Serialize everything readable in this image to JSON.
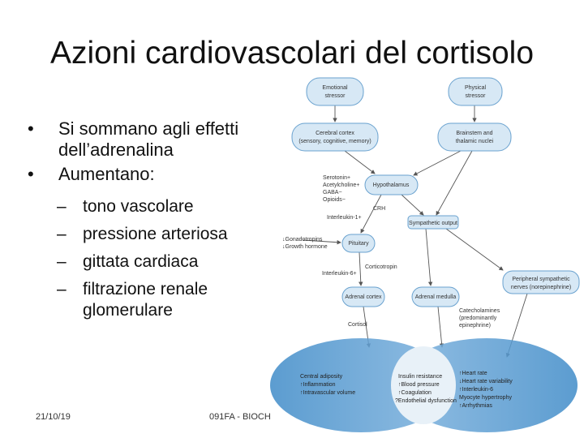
{
  "slide": {
    "title": "Azioni cardiovascolari del cortisolo",
    "bullets": [
      {
        "text": "Si sommano agli effetti dell’adrenalina"
      },
      {
        "text": "Aumentano:"
      }
    ],
    "sub_bullets": [
      "tono vascolare",
      "pressione arteriosa",
      "gittata cardiaca",
      "filtrazione renale glomerulare"
    ],
    "footer": {
      "date": "21/10/19",
      "course": "091FA - BIOCH"
    }
  },
  "diagram": {
    "nodes": {
      "emotional": [
        "Emotional",
        "stressor"
      ],
      "physical": [
        "Physical",
        "stressor"
      ],
      "cerebral": [
        "Cerebral cortex",
        "(sensory, cognitive, memory)"
      ],
      "brainstem": [
        "Brainstem and",
        "thalamic nuclei"
      ],
      "hypothalamus": [
        "Hypothalamus"
      ],
      "sympathetic": [
        "Sympathetic output"
      ],
      "pituitary": [
        "Pituitary"
      ],
      "adrenal_cortex": [
        "Adrenal cortex"
      ],
      "adrenal_medulla": [
        "Adrenal medulla"
      ],
      "peripheral": [
        "Peripheral sympathetic",
        "nerves (norepinephrine)"
      ]
    },
    "labels": {
      "neurotransmitters": [
        "Serotonin+",
        "Acetylcholine+",
        "GABA−",
        "Opioids−"
      ],
      "crh": "CRH",
      "interleukin1": "Interleukin-1+",
      "gonadotropins": [
        "↓Gonadotropins",
        "↓Growth hormone"
      ],
      "corticotropin": "Corticotropin",
      "interleukin6": "Interleukin-6+",
      "cortisol": "Cortisol",
      "catecholamines": [
        "Catecholamines",
        "(predominantly",
        "epinephrine)"
      ]
    },
    "venn": {
      "left": [
        "Central adiposity",
        "↑Inflammation",
        "↑Intravascular volume"
      ],
      "center": [
        "Insulin resistance",
        "↑Blood pressure",
        "↑Coagulation",
        "?Endothelial dysfunction"
      ],
      "right": [
        "↑Heart rate",
        "↓Heart rate variability",
        "↑Interleukin-6",
        "Myocyte hypertrophy",
        "↑Arrhythmias"
      ]
    }
  }
}
